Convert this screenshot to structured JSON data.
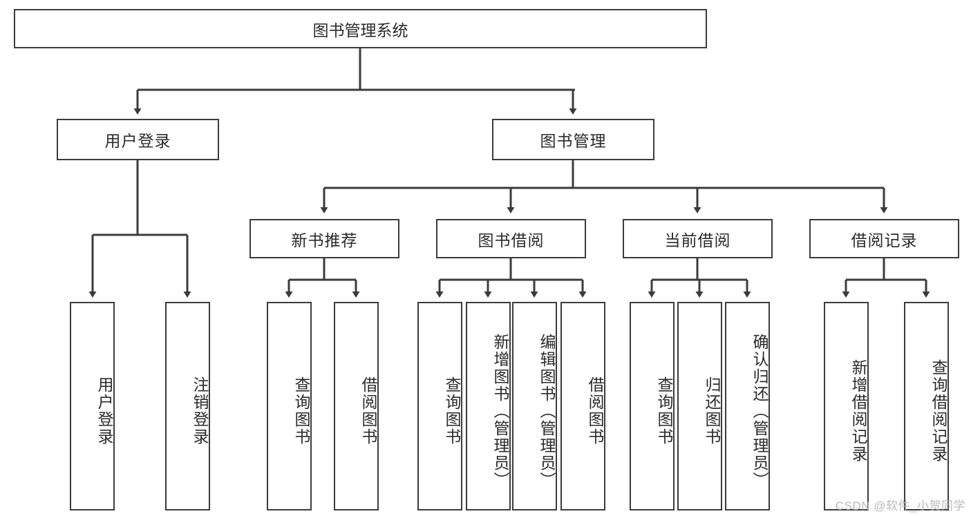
{
  "diagram": {
    "type": "hierarchy-tree",
    "title": "图书管理系统",
    "watermark": "CSDN @软件_小贺同学",
    "colors": {
      "box_border": "#3b3b3b",
      "box_fill": "#ffffff",
      "edge": "#3b3b3b",
      "text": "#2a2a2a",
      "watermark": "#b9b9b9"
    },
    "nodes": {
      "root": {
        "label": "图书管理系统"
      },
      "level1": [
        {
          "id": "user-login",
          "label": "用户登录"
        },
        {
          "id": "book-management",
          "label": "图书管理"
        }
      ],
      "level2": [
        {
          "id": "new-book-recommend",
          "label": "新书推荐"
        },
        {
          "id": "book-borrow",
          "label": "图书借阅"
        },
        {
          "id": "current-borrow",
          "label": "当前借阅"
        },
        {
          "id": "borrow-record",
          "label": "借阅记录"
        }
      ],
      "leaves": {
        "user-login": [
          {
            "id": "leaf-user-login",
            "label": "用户登录"
          },
          {
            "id": "leaf-user-logout",
            "label": "注销登录"
          }
        ],
        "new-book-recommend": [
          {
            "id": "leaf-query-book-1",
            "label": "查询图书"
          },
          {
            "id": "leaf-borrow-book-1",
            "label": "借阅图书"
          }
        ],
        "book-borrow": [
          {
            "id": "leaf-query-book-2",
            "label": "查询图书"
          },
          {
            "id": "leaf-add-book",
            "label": "新增图书（管理员）"
          },
          {
            "id": "leaf-edit-book",
            "label": "编辑图书（管理员）"
          },
          {
            "id": "leaf-borrow-book-2",
            "label": "借阅图书"
          }
        ],
        "current-borrow": [
          {
            "id": "leaf-query-book-3",
            "label": "查询图书"
          },
          {
            "id": "leaf-return-book",
            "label": "归还图书"
          },
          {
            "id": "leaf-confirm-return",
            "label": "确认归还（管理员）"
          }
        ],
        "borrow-record": [
          {
            "id": "leaf-add-record",
            "label": "新增借阅记录"
          },
          {
            "id": "leaf-query-record",
            "label": "查询借阅记录"
          }
        ]
      }
    }
  }
}
